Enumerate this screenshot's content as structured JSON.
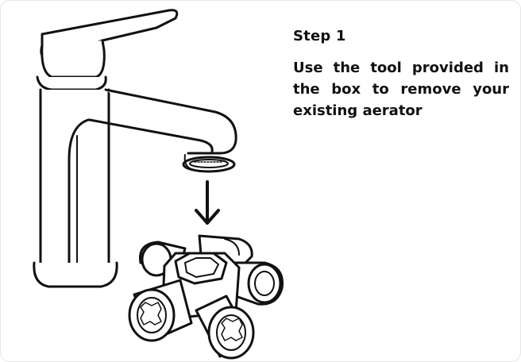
{
  "step": {
    "title": "Step 1",
    "description": "Use the tool provided in the box to remove your existing aerator"
  },
  "icons": [
    "faucet-illustration",
    "arrow-down-icon",
    "aerator-key-tool-illustration"
  ],
  "colors": {
    "ink": "#111111",
    "background": "#ffffff"
  }
}
